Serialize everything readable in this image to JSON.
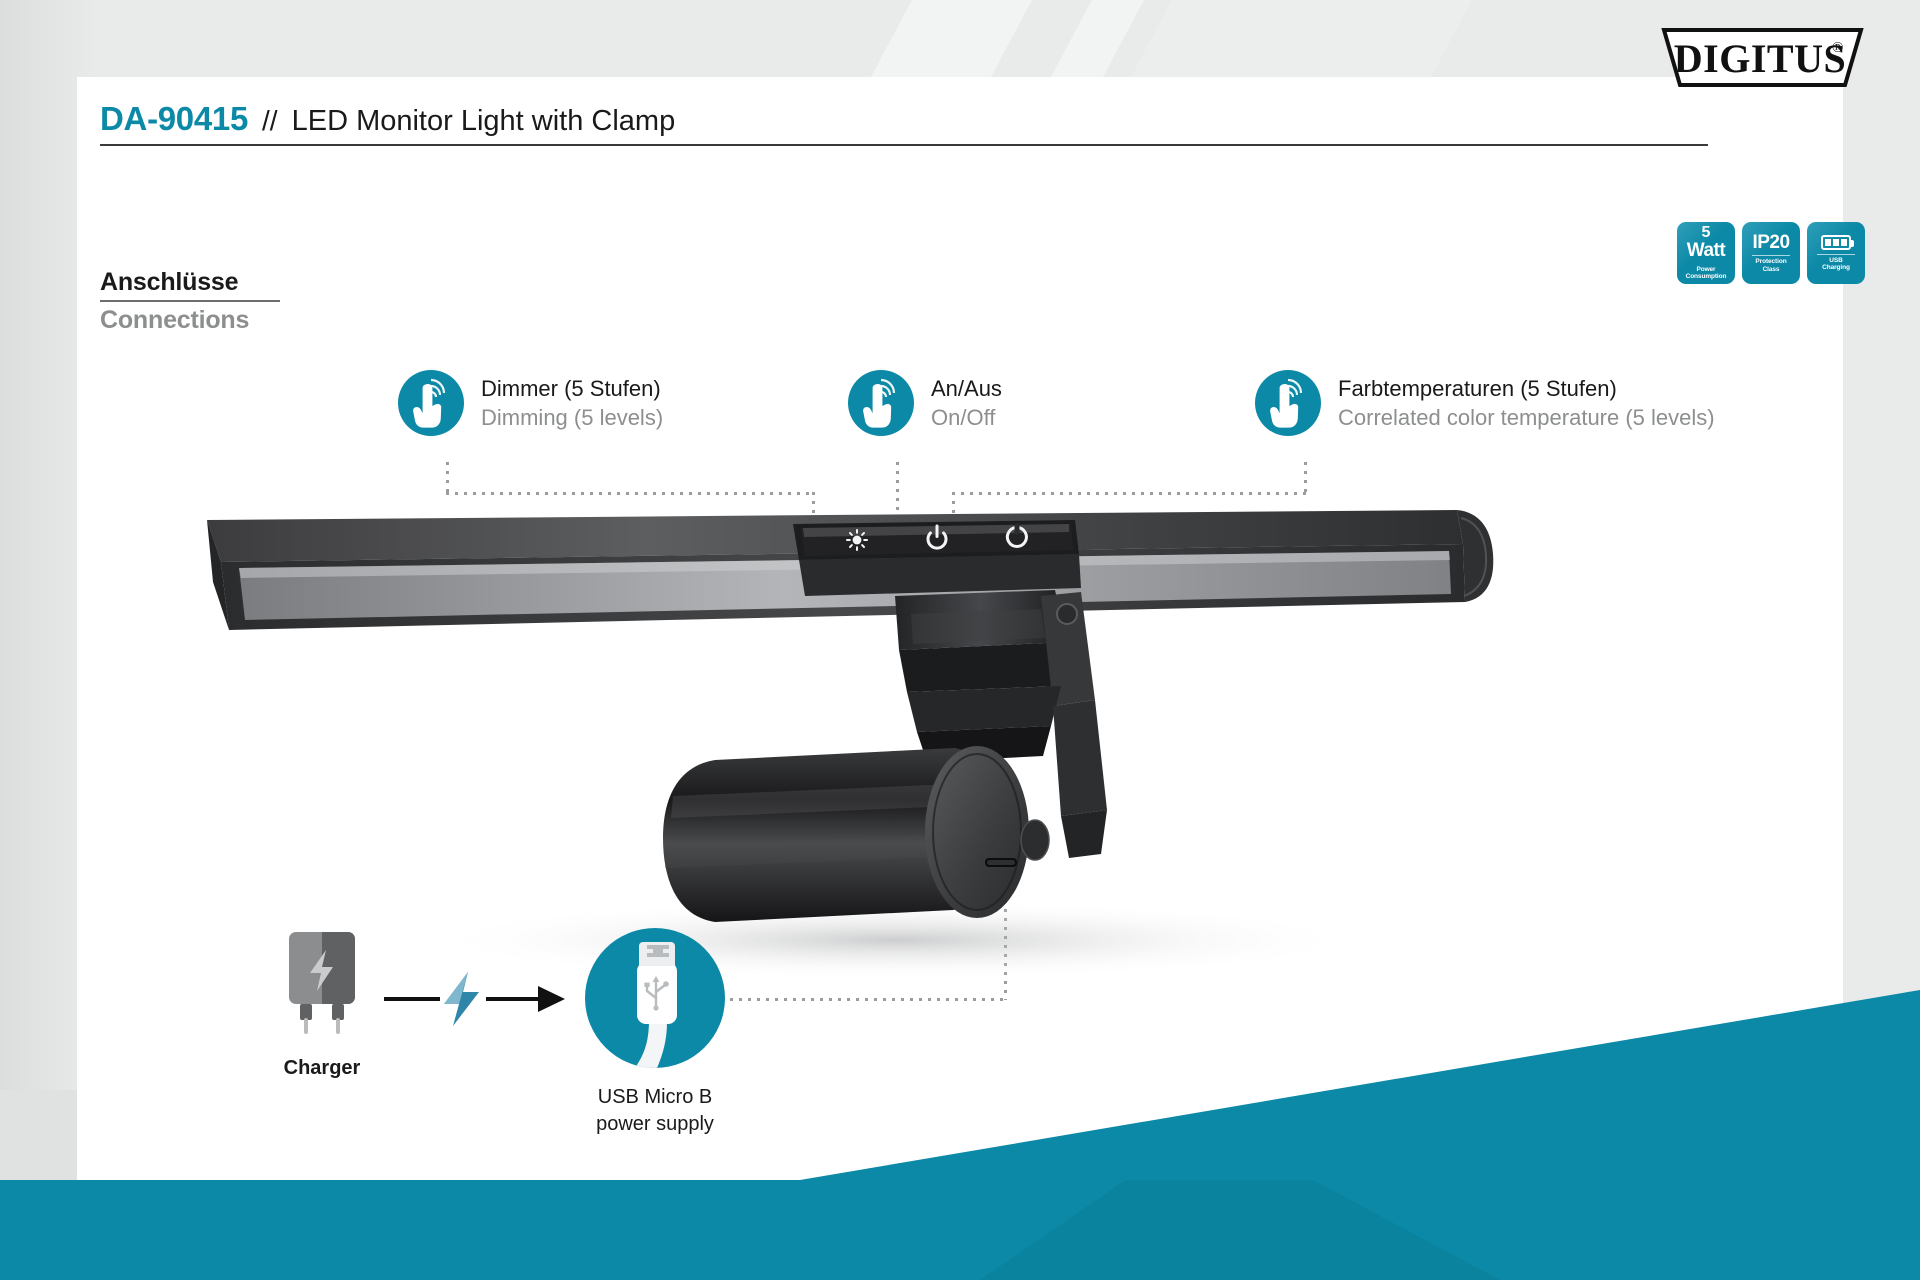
{
  "theme": {
    "accent": "#0C89A6",
    "text_dark": "#1a1a1a",
    "text_gray": "#8d8f8f"
  },
  "brand": {
    "logo_text": "DIGITUS",
    "logo_mark": "registered-trademark"
  },
  "header": {
    "product_code": "DA-90415",
    "separator": "//",
    "product_name": "LED Monitor Light with Clamp"
  },
  "badges": [
    {
      "name": "power-consumption",
      "value": "5",
      "unit": "Watt",
      "caption_line1": "Power",
      "caption_line2": "Consumption"
    },
    {
      "name": "protection-class",
      "value": "IP20",
      "caption_line1": "Protection",
      "caption_line2": "Class"
    },
    {
      "name": "usb-charging",
      "icon": "battery-icon",
      "caption_line1": "USB",
      "caption_line2": "Charging"
    }
  ],
  "section": {
    "heading_de": "Anschlüsse",
    "heading_en": "Connections"
  },
  "callouts": [
    {
      "name": "dimmer",
      "icon": "touch-gesture-icon",
      "label_de": "Dimmer (5 Stufen)",
      "label_en": "Dimming (5 levels)"
    },
    {
      "name": "on-off",
      "icon": "touch-gesture-icon",
      "label_de": "An/Aus",
      "label_en": "On/Off"
    },
    {
      "name": "color-temperature",
      "icon": "touch-gesture-icon",
      "label_de": "Farbtemperaturen (5 Stufen)",
      "label_en": "Correlated color temperature (5 levels)"
    }
  ],
  "product_controls": [
    {
      "name": "brightness-button",
      "icon": "sun-brightness-icon"
    },
    {
      "name": "power-button",
      "icon": "power-icon"
    },
    {
      "name": "color-temperature-button",
      "icon": "color-temp-ring-icon"
    }
  ],
  "power_flow": {
    "charger": {
      "name": "charger",
      "icon": "wall-charger-icon",
      "label": "Charger"
    },
    "arrow": {
      "name": "power-arrow",
      "icon": "lightning-bolt-icon"
    },
    "usb": {
      "name": "usb-micro-b",
      "icon": "usb-micro-b-plug-icon",
      "label_line1": "USB Micro B",
      "label_line2": "power supply"
    }
  }
}
